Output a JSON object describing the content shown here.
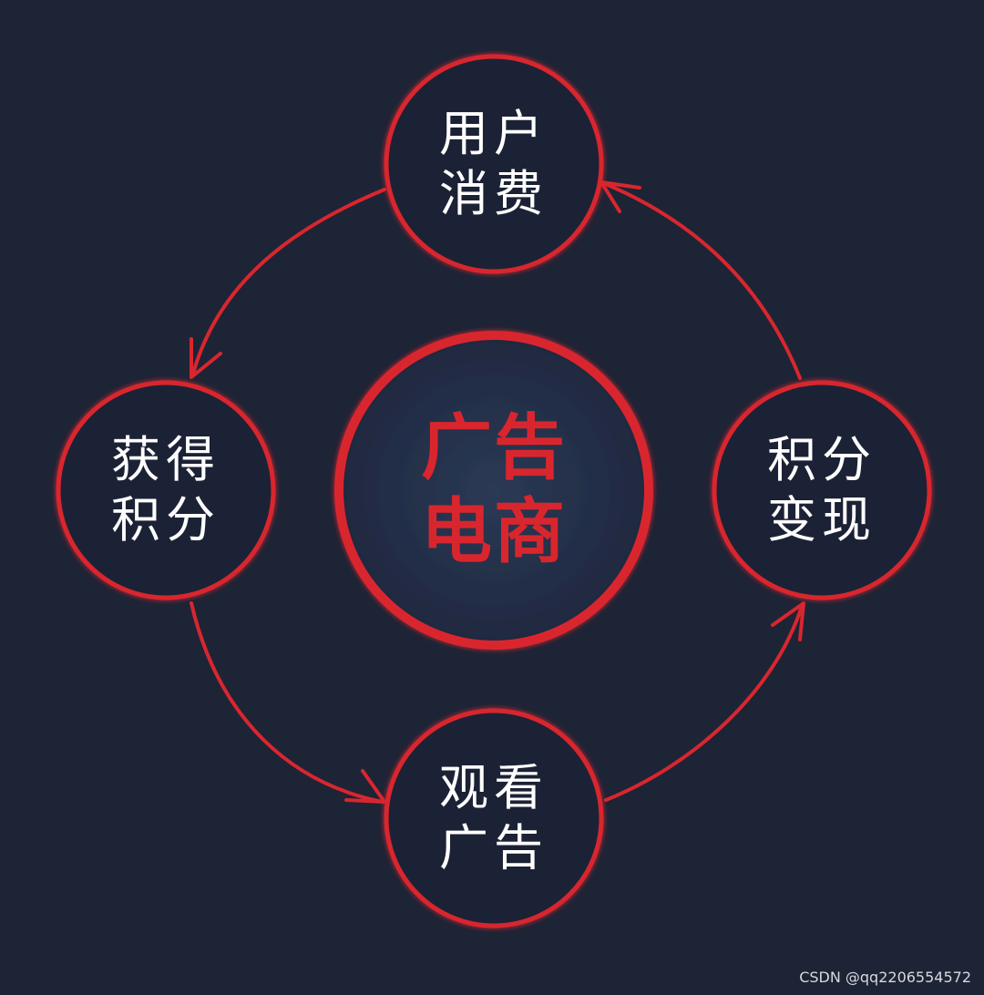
{
  "diagram": {
    "center": {
      "line1": "广告",
      "line2": "电商"
    },
    "nodes": {
      "top": {
        "line1": "用户",
        "line2": "消费"
      },
      "left": {
        "line1": "获得",
        "line2": "积分"
      },
      "bottom": {
        "line1": "观看",
        "line2": "广告"
      },
      "right": {
        "line1": "积分",
        "line2": "变现"
      }
    },
    "flow": [
      "用户消费",
      "获得积分",
      "观看广告",
      "积分变现",
      "用户消费"
    ]
  },
  "watermark": "CSDN @qq2206554572",
  "colors": {
    "background": "#1d2436",
    "ring": "#d9262e",
    "node_text": "#ffffff",
    "center_text": "#d9262e"
  }
}
